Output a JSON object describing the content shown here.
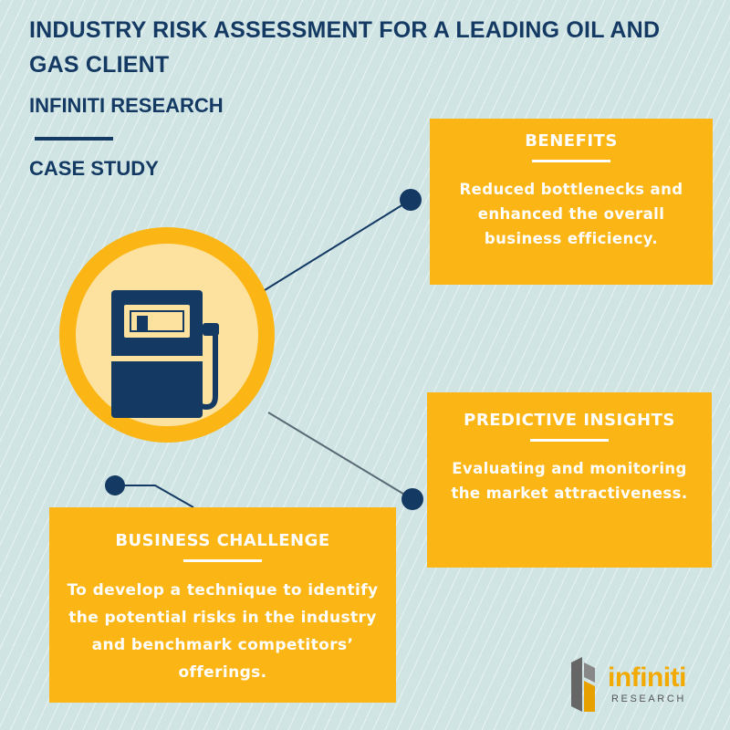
{
  "header": {
    "title": "INDUSTRY RISK ASSESSMENT  FOR A LEADING OIL AND GAS CLIENT",
    "organization": "INFINITI RESEARCH",
    "document_type": "CASE STUDY"
  },
  "cards": {
    "benefits": {
      "heading": "BENEFITS",
      "body": "Reduced bottlenecks and enhanced the overall business efficiency."
    },
    "predictive_insights": {
      "heading": "PREDICTIVE INSIGHTS",
      "body": "Evaluating and monitoring the market attractiveness."
    },
    "business_challenge": {
      "heading": "BUSINESS CHALLENGE",
      "body": "To develop a technique to identify the potential risks in the industry and benchmark competitors’ offerings."
    }
  },
  "center_icon": "fuel-pump-icon",
  "logo": {
    "name": "infiniti",
    "sub": "RESEARCH"
  },
  "colors": {
    "navy": "#143a64",
    "card_yellow": "#fbb515",
    "circle_light": "#fde29f",
    "background": "#cfe4e3"
  }
}
